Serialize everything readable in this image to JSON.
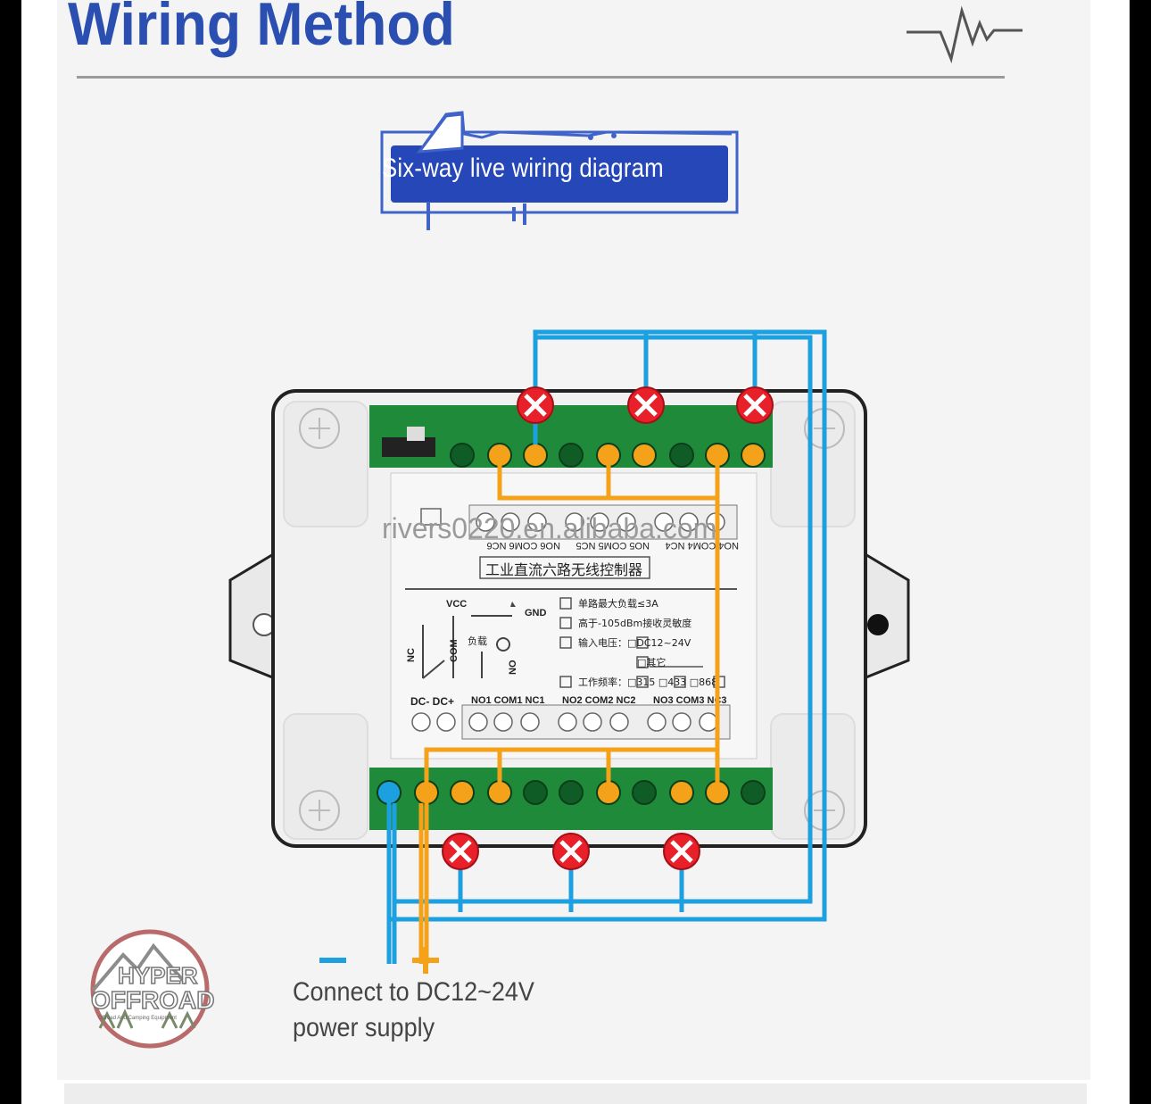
{
  "header": {
    "title": "Wiring Method",
    "pulse_icon": "heartbeat-line-icon"
  },
  "badge": {
    "text": "Six-way live wiring diagram",
    "icon": "circuit-switch-icon"
  },
  "module": {
    "watermark": "rivers0220.en.alibaba.com",
    "panel_title": "工业直流六路无线控制器",
    "top_terminal_labels": [
      "NO6 COM6 NC6",
      "NO5 COM5 NC5",
      "NO4 COM4 NC4"
    ],
    "bottom_terminal_labels": [
      "NO1 COM1 NC1",
      "NO2 COM2 NC2",
      "NO3 COM3 NC3"
    ],
    "power_label": "DC- DC+",
    "schematic_labels": {
      "vcc": "VCC",
      "gnd": "GND",
      "nc": "NC",
      "com": "COM",
      "no": "NO",
      "load": "负载"
    },
    "specs": [
      "单路最大负载≤3A",
      "高于-105dBm接收灵敏度",
      "输入电压：□DC12~24V",
      "□其它",
      "工作频率：□315 □433 □868"
    ],
    "colors": {
      "negative_wire": "#1ca0e0",
      "positive_wire": "#f3a21a",
      "load_marker": "#e8202a",
      "pcb": "#1f8a3a"
    }
  },
  "caption": {
    "line1": "Connect to DC12~24V",
    "line2": "power supply",
    "minus": "−",
    "plus": "+"
  },
  "logo": {
    "line1": "HYPER",
    "line2": "OFFROAD",
    "tagline": "Offroad And Camping Equipment"
  }
}
